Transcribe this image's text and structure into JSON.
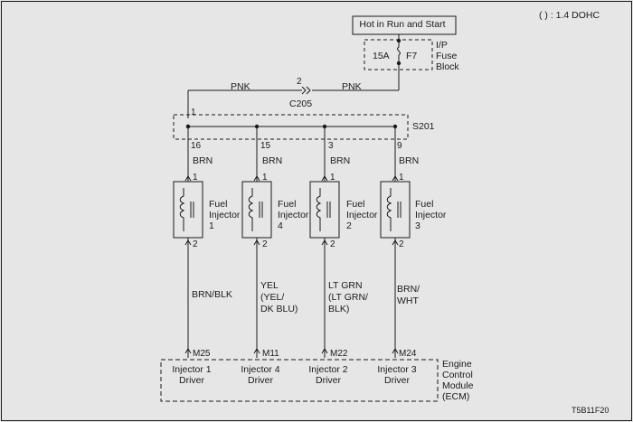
{
  "note": "( ) : 1.4 DOHC",
  "power_label": "Hot in Run and Start",
  "fuse": {
    "rating": "15A",
    "id": "F7"
  },
  "fuse_block": [
    "I/P",
    "Fuse",
    "Block"
  ],
  "feed": {
    "wire_left": "PNK",
    "wire_right": "PNK",
    "connector_pin": "2",
    "connector": "C205"
  },
  "splice": {
    "id": "S201",
    "in_pin": "1"
  },
  "branches": [
    {
      "splice_pin": "16",
      "wire_top": "BRN",
      "inj_pin_top": "1",
      "inj_pin_bottom": "2",
      "injector": [
        "Fuel",
        "Injector",
        "1"
      ],
      "wire_bottom": [
        "BRN/BLK"
      ],
      "ecm_pin": "M25",
      "driver": [
        "Injector 1",
        "Driver"
      ]
    },
    {
      "splice_pin": "15",
      "wire_top": "BRN",
      "inj_pin_top": "1",
      "inj_pin_bottom": "2",
      "injector": [
        "Fuel",
        "Injector",
        "4"
      ],
      "wire_bottom": [
        "YEL",
        "(YEL/",
        "DK BLU)"
      ],
      "ecm_pin": "M11",
      "driver": [
        "Injector 4",
        "Driver"
      ]
    },
    {
      "splice_pin": "3",
      "wire_top": "BRN",
      "inj_pin_top": "1",
      "inj_pin_bottom": "2",
      "injector": [
        "Fuel",
        "Injector",
        "2"
      ],
      "wire_bottom": [
        "LT GRN",
        "(LT GRN/",
        "BLK)"
      ],
      "ecm_pin": "M22",
      "driver": [
        "Injector 2",
        "Driver"
      ]
    },
    {
      "splice_pin": "9",
      "wire_top": "BRN",
      "inj_pin_top": "1",
      "inj_pin_bottom": "2",
      "injector": [
        "Fuel",
        "Injector",
        "3"
      ],
      "wire_bottom": [
        "BRN/",
        "WHT"
      ],
      "ecm_pin": "M24",
      "driver": [
        "Injector 3",
        "Driver"
      ]
    }
  ],
  "ecm": [
    "Engine",
    "Control",
    "Module",
    "(ECM)"
  ],
  "code": "T5B11F20",
  "colors": {
    "background": "#e6e6e6",
    "line": "#1a1a1a"
  }
}
